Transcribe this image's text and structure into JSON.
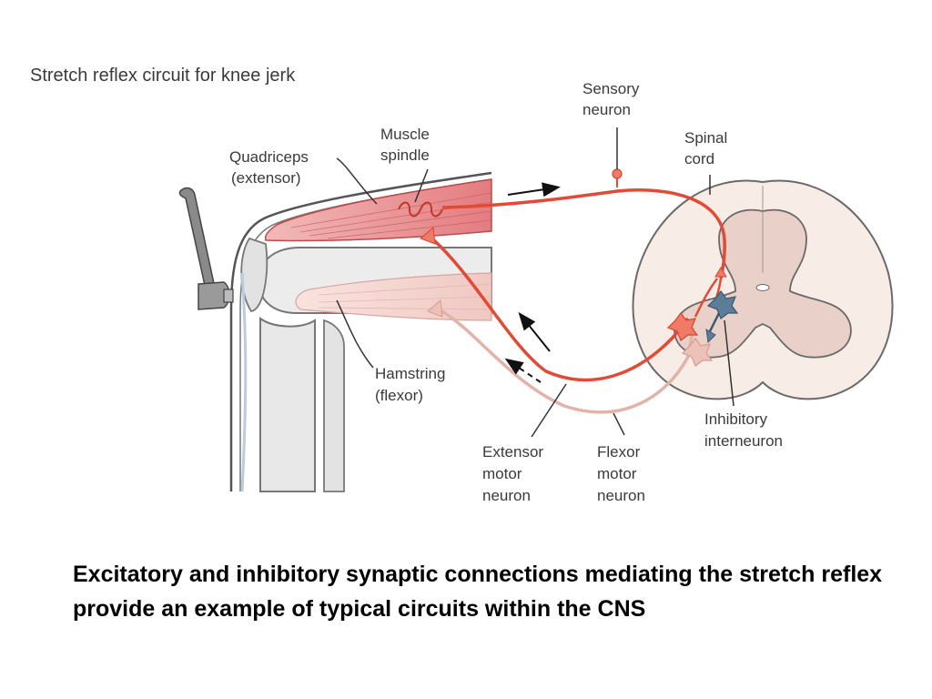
{
  "figure": {
    "title": "Stretch reflex circuit for knee jerk",
    "labels": {
      "quadriceps_line1": "Quadriceps",
      "quadriceps_line2": "(extensor)",
      "muscle_spindle_line1": "Muscle",
      "muscle_spindle_line2": "spindle",
      "sensory_neuron_line1": "Sensory",
      "sensory_neuron_line2": "neuron",
      "spinal_cord_line1": "Spinal",
      "spinal_cord_line2": "cord",
      "hamstring_line1": "Hamstring",
      "hamstring_line2": "(flexor)",
      "extensor_motor_line1": "Extensor",
      "extensor_motor_line2": "motor",
      "extensor_motor_line3": "neuron",
      "flexor_motor_line1": "Flexor",
      "flexor_motor_line2": "motor",
      "flexor_motor_line3": "neuron",
      "inhibitory_line1": "Inhibitory",
      "inhibitory_line2": "interneuron"
    }
  },
  "caption": "Excitatory and inhibitory synaptic connections mediating the stretch reflex provide an example of typical circuits within the CNS",
  "colors": {
    "excitatory": "#e04a36",
    "flexor_pathway": "#e2b3a8",
    "quadriceps": "#e88d8f",
    "hamstring": "#f1cfca",
    "bone": "#e8e8e8",
    "gray_matter": "#e9d0c8",
    "white_matter": "#f8ece6",
    "inhibitory": "#5b7d97"
  }
}
